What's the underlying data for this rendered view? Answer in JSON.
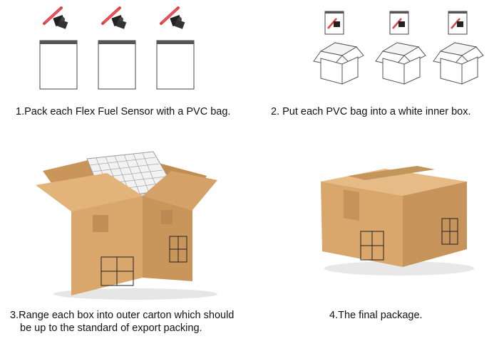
{
  "steps": [
    {
      "caption": "1.Pack each Flex Fuel Sensor  with a PVC bag."
    },
    {
      "caption": "2. Put each PVC bag into a white inner box."
    },
    {
      "caption_line1": "3.Range each box into outer carton which should",
      "caption_line2": "be up to the standard of export packing."
    },
    {
      "caption": "4.The final package."
    }
  ],
  "colors": {
    "cardboard": "#d9a66b",
    "cardboard_dark": "#b9874c",
    "cardboard_light": "#e6bb85",
    "tape": "#c4955a",
    "bag_stripe": "#555555"
  },
  "icons": [
    "flex-fuel-sensor-icon",
    "pvc-bag-icon",
    "inner-box-icon",
    "outer-carton-icon",
    "handling-symbols-icon"
  ]
}
